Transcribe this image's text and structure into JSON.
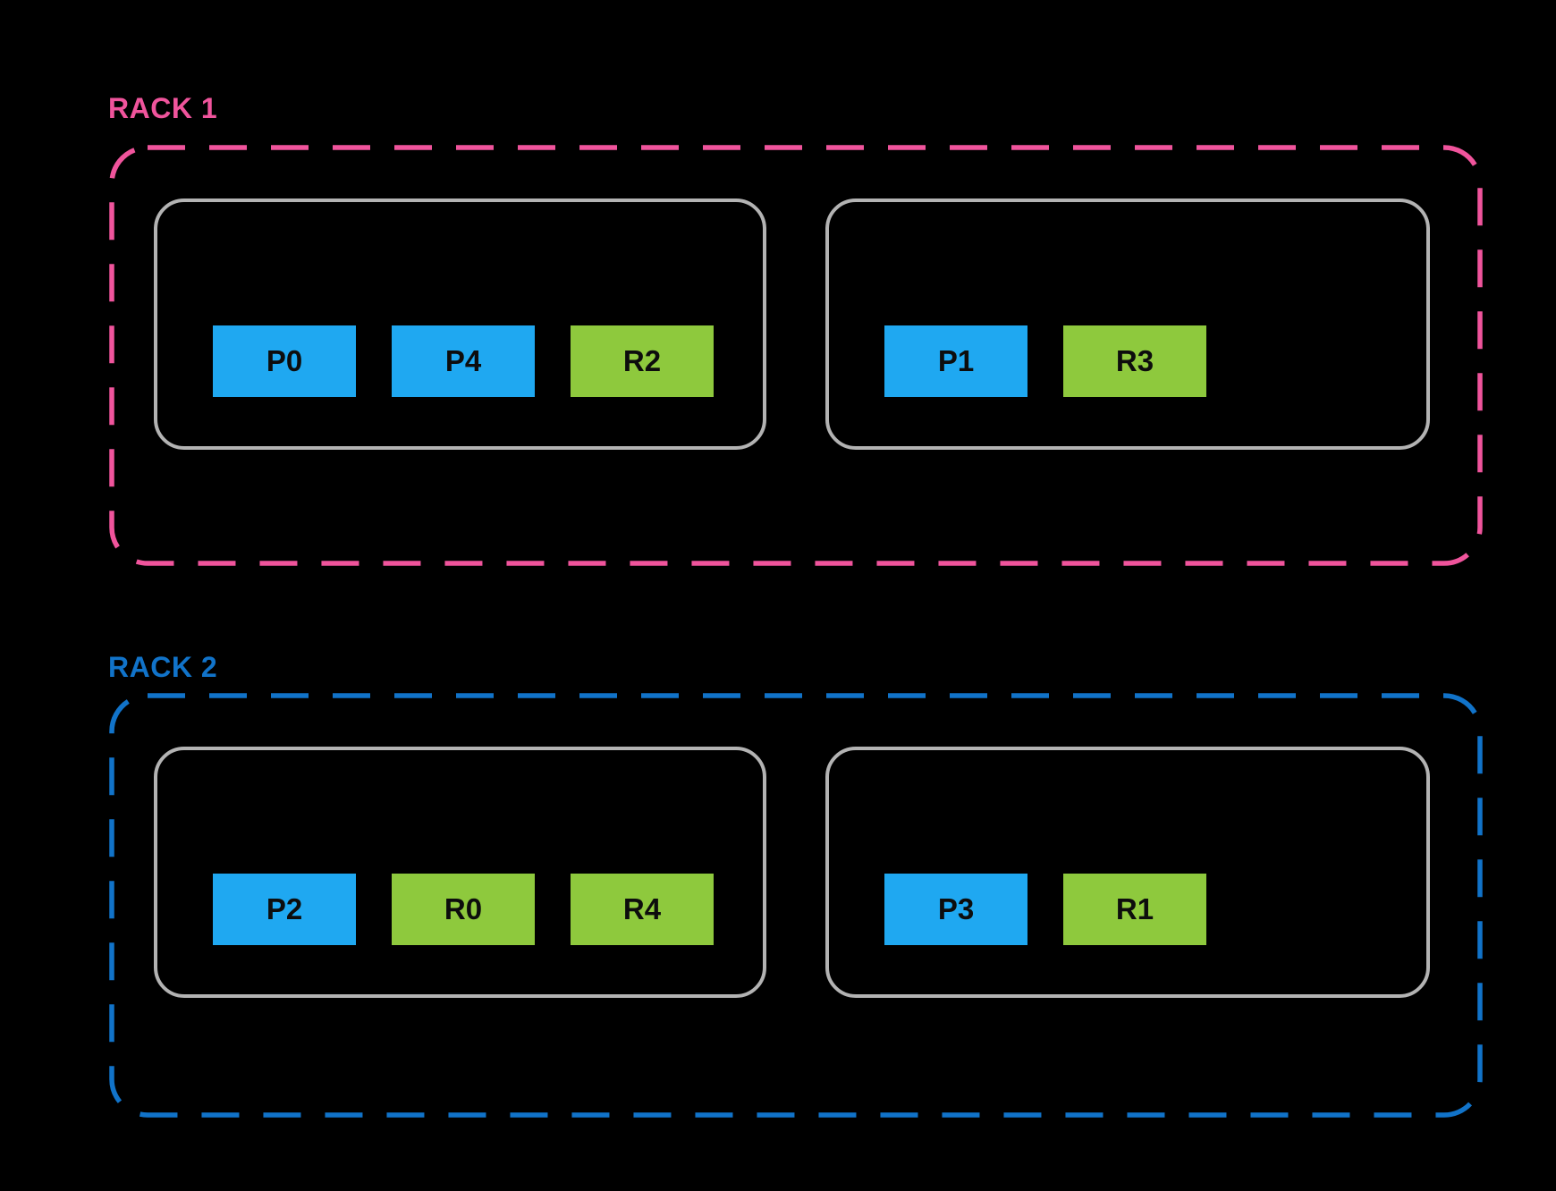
{
  "colors": {
    "background": "#000000",
    "host_border": "#B3B3B3",
    "slot_text": "#0D0D0D",
    "primary_slot": "#1FA8F1",
    "replica_slot": "#8EC93D",
    "rack1_accent": "#F0549C",
    "rack2_accent": "#1173C9"
  },
  "racks": [
    {
      "label": "RACK 1",
      "color": "#F0549C",
      "hosts": [
        {
          "slots": [
            {
              "label": "P0",
              "color": "#1FA8F1"
            },
            {
              "label": "P4",
              "color": "#1FA8F1"
            },
            {
              "label": "R2",
              "color": "#8EC93D"
            }
          ]
        },
        {
          "slots": [
            {
              "label": "P1",
              "color": "#1FA8F1"
            },
            {
              "label": "R3",
              "color": "#8EC93D"
            }
          ]
        }
      ]
    },
    {
      "label": "RACK 2",
      "color": "#1173C9",
      "hosts": [
        {
          "slots": [
            {
              "label": "P2",
              "color": "#1FA8F1"
            },
            {
              "label": "R0",
              "color": "#8EC93D"
            },
            {
              "label": "R4",
              "color": "#8EC93D"
            }
          ]
        },
        {
          "slots": [
            {
              "label": "P3",
              "color": "#1FA8F1"
            },
            {
              "label": "R1",
              "color": "#8EC93D"
            }
          ]
        }
      ]
    }
  ]
}
